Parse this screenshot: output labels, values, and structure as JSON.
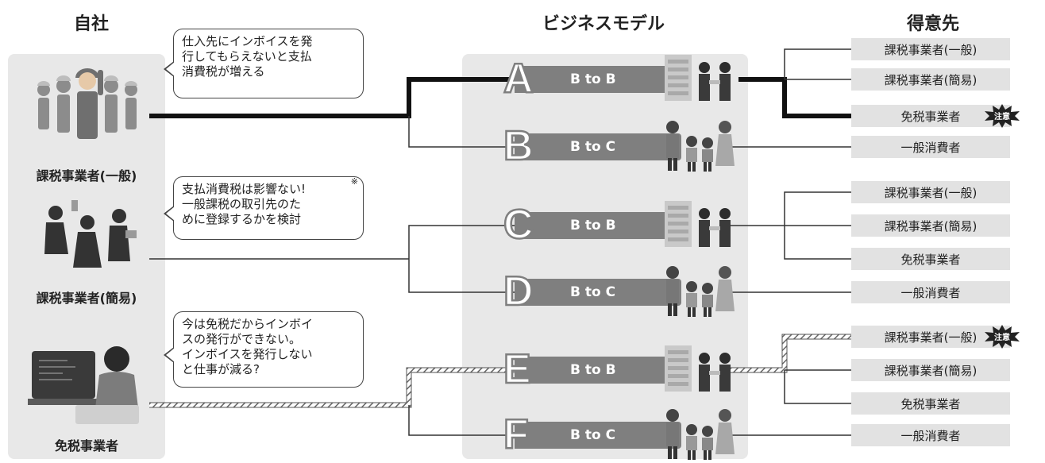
{
  "headers": {
    "own": "自社",
    "model": "ビジネスモデル",
    "customer": "得意先"
  },
  "own_tiers": [
    {
      "label": "課税事業者(一般)",
      "icon": "workers-illustration"
    },
    {
      "label": "課税事業者(簡易)",
      "icon": "businesspeople-illustration"
    },
    {
      "label": "免税事業者",
      "icon": "laptop-worker-illustration"
    }
  ],
  "bubbles": [
    {
      "lines": [
        "仕入先にインボイスを発",
        "行してもらえないと支払",
        "消費税が増える"
      ],
      "note": ""
    },
    {
      "lines": [
        "支払消費税は影響ない!",
        "一般課税の取引先のた",
        "めに登録するかを検討"
      ],
      "note": "※"
    },
    {
      "lines": [
        "今は免税だからインボイ",
        "スの発行ができない。",
        "インボイスを発行しない",
        "と仕事が減る?"
      ],
      "note": ""
    }
  ],
  "models": [
    {
      "letter": "A",
      "label": "B to B",
      "icon": "office-building-handshake-icon"
    },
    {
      "letter": "B",
      "label": "B to C",
      "icon": "family-icon"
    },
    {
      "letter": "C",
      "label": "B to B",
      "icon": "office-building-handshake-icon"
    },
    {
      "letter": "D",
      "label": "B to C",
      "icon": "family-icon"
    },
    {
      "letter": "E",
      "label": "B to B",
      "icon": "office-building-handshake-icon"
    },
    {
      "letter": "F",
      "label": "B to C",
      "icon": "family-icon"
    }
  ],
  "customers": [
    {
      "label": "課税事業者(一般)",
      "caution": false
    },
    {
      "label": "課税事業者(簡易)",
      "caution": false
    },
    {
      "label": "免税事業者",
      "caution": true
    },
    {
      "label": "一般消費者",
      "caution": false
    },
    {
      "label": "課税事業者(一般)",
      "caution": false
    },
    {
      "label": "課税事業者(簡易)",
      "caution": false
    },
    {
      "label": "免税事業者",
      "caution": false
    },
    {
      "label": "一般消費者",
      "caution": false
    },
    {
      "label": "課税事業者(一般)",
      "caution": true
    },
    {
      "label": "課税事業者(簡易)",
      "caution": false
    },
    {
      "label": "免税事業者",
      "caution": false
    },
    {
      "label": "一般消費者",
      "caution": false
    }
  ],
  "caution_label": "注意",
  "colors": {
    "panel": "#e8e8e8",
    "bar": "#7f7f7f",
    "customer_box": "#e2e2e2",
    "caution_fill": "#222222"
  }
}
